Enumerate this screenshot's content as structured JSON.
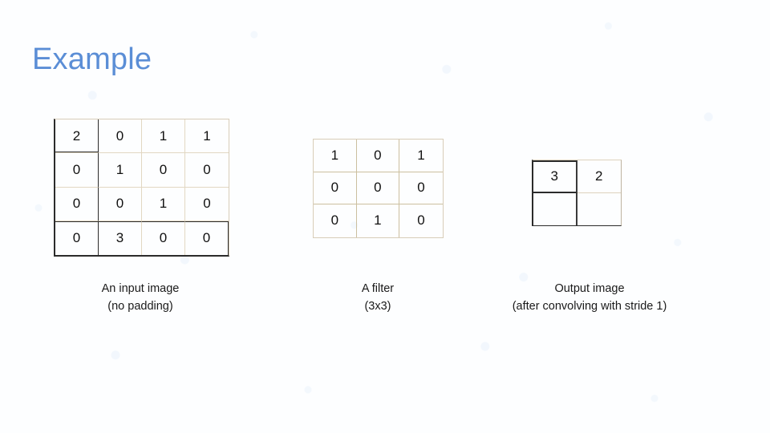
{
  "slide": {
    "title": "Example",
    "title_color": "#5b8ed6",
    "background_color": "#fdfdfe"
  },
  "panels": [
    {
      "id": "input-image",
      "rows": 4,
      "cols": 4,
      "values": [
        [
          "2",
          "0",
          "1",
          "1"
        ],
        [
          "0",
          "1",
          "0",
          "0"
        ],
        [
          "0",
          "0",
          "1",
          "0"
        ],
        [
          "0",
          "3",
          "0",
          "0"
        ]
      ],
      "caption_line1": "An input image",
      "caption_line2": "(no padding)",
      "border_color": "#2b2b2b",
      "grid_color": "#e2d7c2"
    },
    {
      "id": "filter",
      "rows": 3,
      "cols": 3,
      "values": [
        [
          "1",
          "0",
          "1"
        ],
        [
          "0",
          "0",
          "0"
        ],
        [
          "0",
          "1",
          "0"
        ]
      ],
      "caption_line1": "A filter",
      "caption_line2": "(3x3)",
      "border_color": "#d8cdb8",
      "grid_color": "#ccbf9f"
    },
    {
      "id": "output-image",
      "rows": 2,
      "cols": 2,
      "values": [
        [
          "3",
          "2"
        ],
        [
          "",
          ""
        ]
      ],
      "caption_line1": "Output image",
      "caption_line2": "(after convolving with stride 1)",
      "border_color": "#2b2b2b",
      "grid_color": "#ddd2bd"
    }
  ]
}
